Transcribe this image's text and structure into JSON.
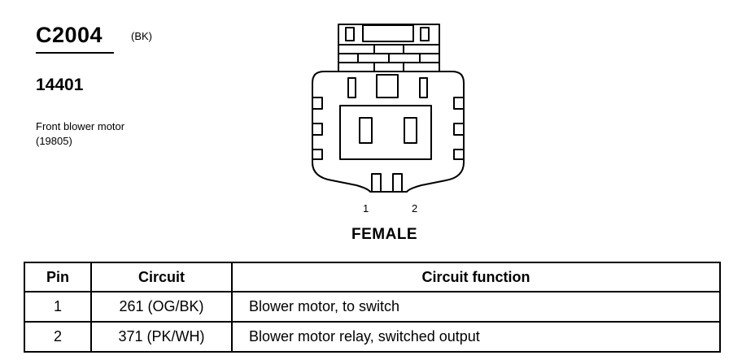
{
  "connector": {
    "id": "C2004",
    "color_code": "(BK)",
    "part_number": "14401",
    "description_line1": "Front blower motor",
    "description_line2": "(19805)"
  },
  "figure": {
    "pin_labels": [
      "1",
      "2"
    ],
    "gender": "FEMALE"
  },
  "table": {
    "headers": {
      "pin": "Pin",
      "circuit": "Circuit",
      "function": "Circuit function"
    },
    "rows": [
      {
        "pin": "1",
        "circuit": "261 (OG/BK)",
        "function": "Blower motor, to switch"
      },
      {
        "pin": "2",
        "circuit": "371 (PK/WH)",
        "function": "Blower motor relay, switched output"
      }
    ]
  }
}
